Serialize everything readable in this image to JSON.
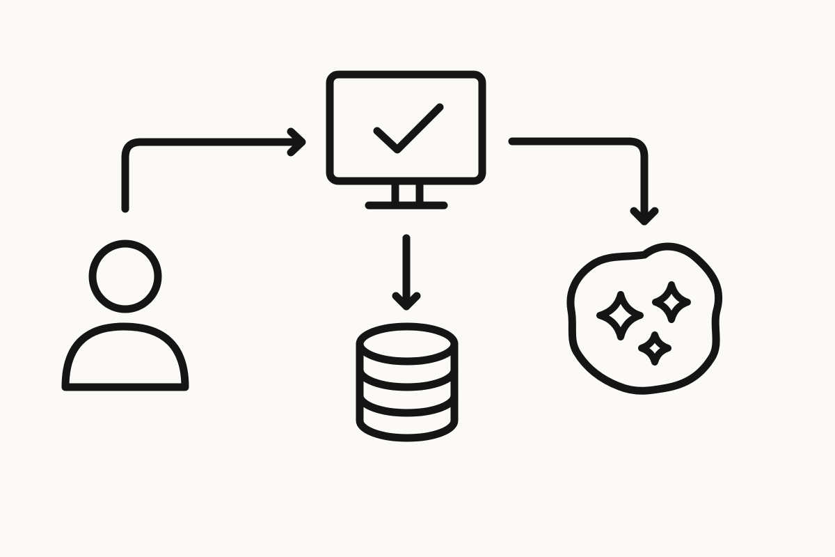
{
  "colors": {
    "background": "#fbfaf6",
    "ink": "#151515"
  },
  "nodes": [
    {
      "id": "user",
      "icon": "person-icon"
    },
    {
      "id": "computer",
      "icon": "monitor-check-icon"
    },
    {
      "id": "database",
      "icon": "database-icon"
    },
    {
      "id": "ai",
      "icon": "sparkle-badge-icon"
    }
  ],
  "edges": [
    {
      "from": "user",
      "to": "computer"
    },
    {
      "from": "computer",
      "to": "database"
    },
    {
      "from": "computer",
      "to": "ai"
    }
  ]
}
